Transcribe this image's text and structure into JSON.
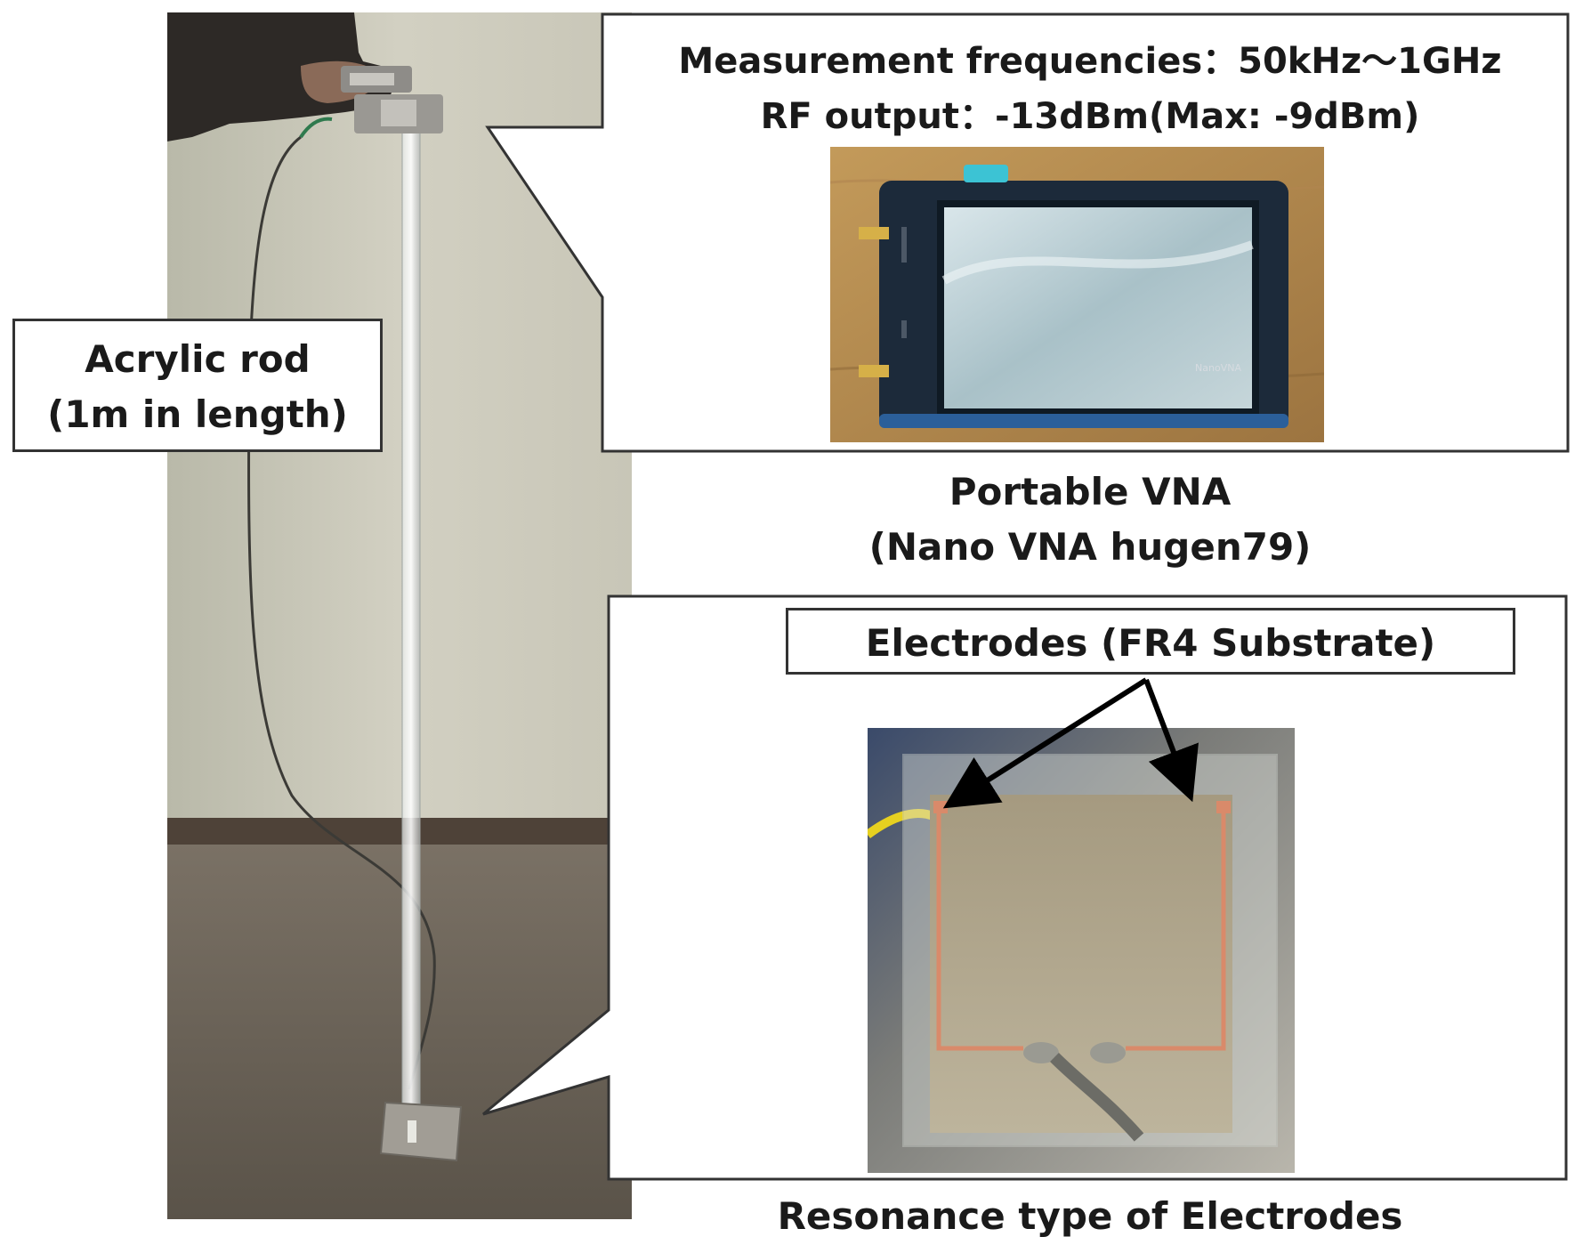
{
  "callouts": {
    "rod": {
      "line1": "Acrylic rod",
      "line2": "(1m in length)"
    },
    "vna_specs": {
      "line1": "Measurement frequencies：50kHz～1GHz",
      "line2": "RF output：-13dBm(Max: -9dBm)"
    },
    "vna_caption": {
      "line1": "Portable VNA",
      "line2": "(Nano VNA hugen79)"
    },
    "electrodes_label": "Electrodes (FR4 Substrate)",
    "electrodes_caption": "Resonance type of  Electrodes"
  },
  "device": {
    "brand_text": "NanoVNA"
  },
  "colors": {
    "wall": "#c9c7b8",
    "floor": "#6a6257",
    "vna_body": "#1c2a3a",
    "copper": "#d98a6a"
  }
}
